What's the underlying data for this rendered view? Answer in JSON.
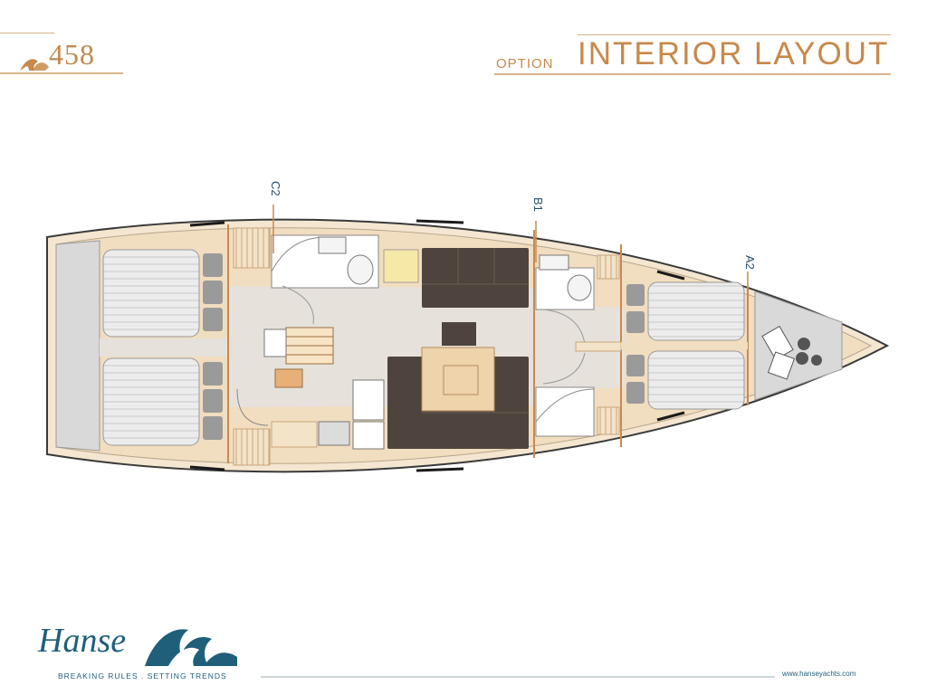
{
  "header": {
    "model": "458",
    "option": "OPTION",
    "title": "INTERIOR LAYOUT"
  },
  "labels": {
    "c2": "C2",
    "b1": "B1",
    "a2": "A2"
  },
  "footer": {
    "brand": "Hanse",
    "tagline": "BREAKING RULES . SETTING TRENDS",
    "url": "www.hanseyachts.com"
  },
  "colors": {
    "accent": "#c7894a",
    "brand_blue": "#1f5f7a",
    "wood": "#f1ddbf",
    "floor": "#e8e4df",
    "dark_cushion": "#4e443d"
  }
}
